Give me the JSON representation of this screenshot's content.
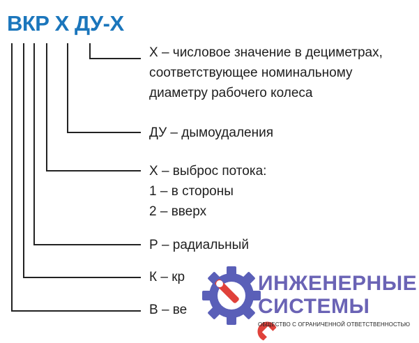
{
  "code": {
    "parts": [
      "ВКР",
      "Х",
      "ДУ-Х"
    ],
    "color": "#1b76bc"
  },
  "explanations": [
    {
      "lines": [
        "Х – числовое значение в дециметрах,",
        "соответствующее номинальному",
        "диаметру рабочего колеса"
      ]
    },
    {
      "lines": [
        "ДУ – дымоудаления"
      ]
    },
    {
      "lines": [
        "Х – выброс потока:",
        "1 – в стороны",
        "2 – вверх"
      ]
    },
    {
      "lines": [
        "Р – радиальный"
      ]
    },
    {
      "lines": [
        "К – кр"
      ]
    },
    {
      "lines": [
        "В – ве"
      ]
    }
  ],
  "logo": {
    "line1": "ИНЖЕНЕРНЫЕ",
    "line2": "СИСТЕМЫ",
    "subtitle": "ОБЩЕСТВО С ОГРАНИЧЕННОЙ ОТВЕТСТВЕННОСТЬЮ",
    "text_color": "#6a63b5",
    "gear_color": "#5a5fb8",
    "wrench_color": "#e0413a",
    "icon": "gear-wrench-icon"
  },
  "colors": {
    "line": "#222222",
    "text": "#1e1e1e"
  }
}
